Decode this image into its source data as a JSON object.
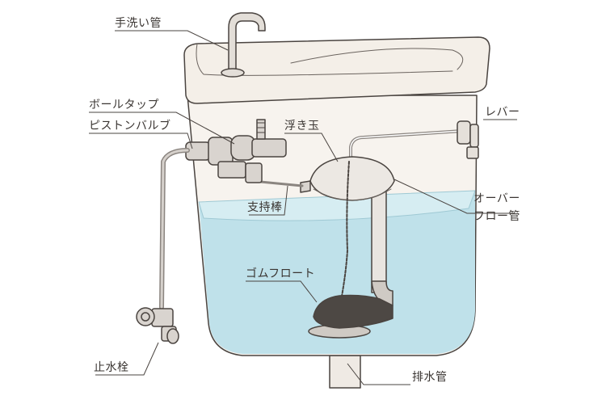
{
  "labels": {
    "hand_wash_pipe": "手洗い管",
    "ball_tap": "ボールタップ",
    "piston_valve": "ピストンバルブ",
    "float_ball": "浮き玉",
    "support_rod": "支持棒",
    "lever": "レバー",
    "overflow_pipe_line1": "オーバー",
    "overflow_pipe_line2": "フロー管",
    "rubber_float": "ゴムフロート",
    "stop_valve": "止水栓",
    "drain_pipe": "排水管"
  },
  "colors": {
    "outline": "#4a4440",
    "water": "#bfe1ea",
    "water_surface": "#d6edf2",
    "tank": "#f7f3ee",
    "metal": "#d9d4cf",
    "rubber": "#4d4844"
  }
}
